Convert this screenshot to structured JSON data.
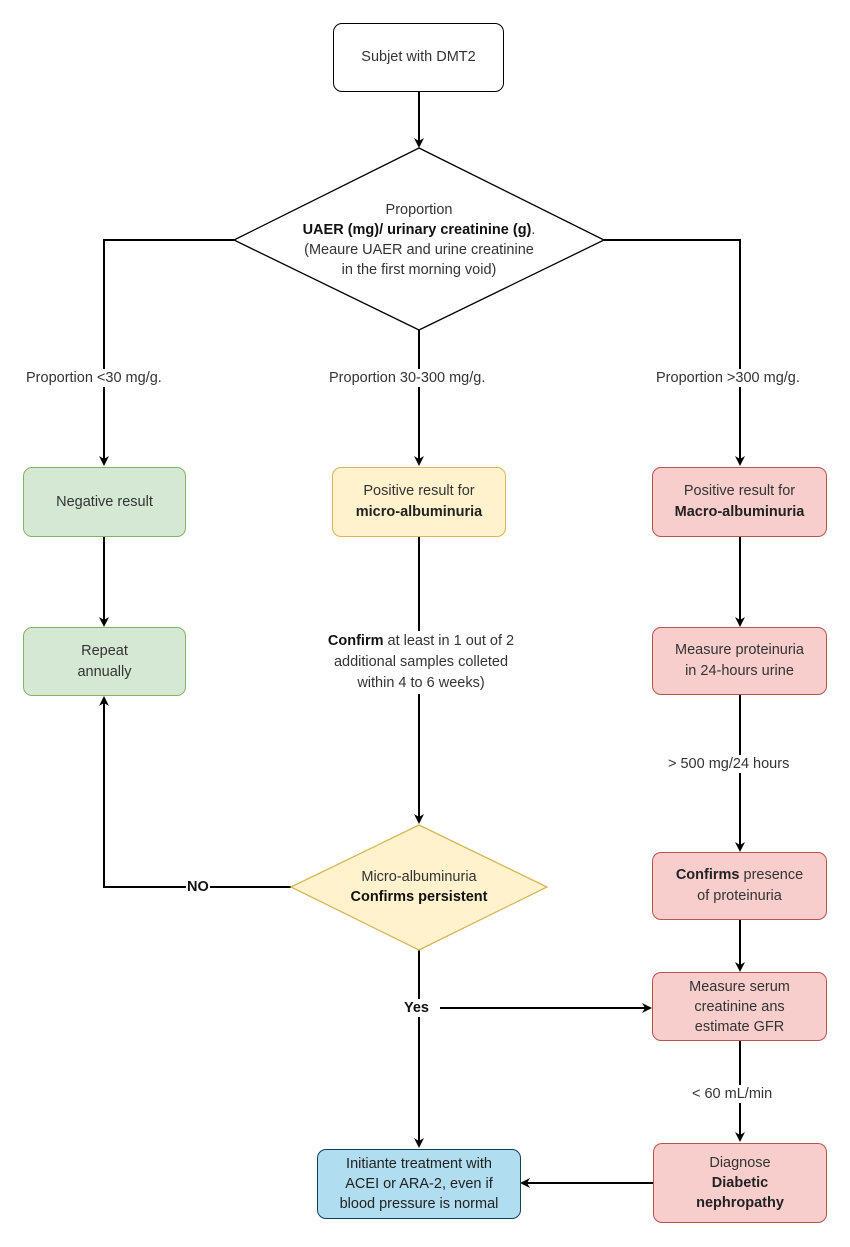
{
  "nodes": {
    "start": {
      "text": "Subjet with DMT2"
    },
    "decision_ratio": {
      "line1": "Proportion",
      "line2_bold": "UAER (mg)/ urinary creatinine (g)",
      "line2_tail": ".",
      "line3": "(Meaure UAER and urine creatinine",
      "line4": "in the first morning void)"
    },
    "negative": {
      "text": "Negative result"
    },
    "repeat": {
      "line1": "Repeat",
      "line2": "annually"
    },
    "micro_positive": {
      "line1": "Positive result for",
      "line2_bold": "micro-albuminuria"
    },
    "macro_positive": {
      "line1": "Positive result for",
      "line2_bold": "Macro-albuminuria"
    },
    "measure_proteinuria": {
      "line1": "Measure proteinuria",
      "line2": "in 24-hours urine"
    },
    "confirms_proteinuria": {
      "line1_bold": "Confirms",
      "line1_tail": " presence",
      "line2": "of proteinuria"
    },
    "measure_serum": {
      "line1": "Measure serum",
      "line2": "creatinine ans",
      "line3": "estimate GFR"
    },
    "micro_persistent": {
      "line1": "Micro-albuminuria",
      "line2_bold": "Confirms persistent"
    },
    "diagnose": {
      "line1": "Diagnose",
      "line2_bold": "Diabetic",
      "line3_bold": "nephropathy"
    },
    "treatment": {
      "line1": "Initiante treatment with",
      "line2": "ACEI or ARA-2, even if",
      "line3": "blood pressure is normal"
    }
  },
  "edge_labels": {
    "lt30": "Proportion <30 mg/g.",
    "range30_300": "Proportion 30-300 mg/g.",
    "gt300": "Proportion >300 mg/g.",
    "confirm_bold": "Confirm",
    "confirm_line1_tail": " at least in 1 out of 2",
    "confirm_line2": "additional samples colleted",
    "confirm_line3": "within 4 to 6 weeks)",
    "gt500": "> 500 mg/24 hours",
    "no": "NO",
    "yes": "Yes",
    "lt60": "< 60 mL/min"
  },
  "colors": {
    "green_fill": "#d5e8d4",
    "green_stroke": "#82b366",
    "yellow_fill": "#fff2cc",
    "yellow_stroke": "#d6b656",
    "red_fill": "#f8cecc",
    "red_stroke": "#b85450",
    "blue_fill": "#b1ddf0",
    "blue_stroke": "#10405a"
  }
}
